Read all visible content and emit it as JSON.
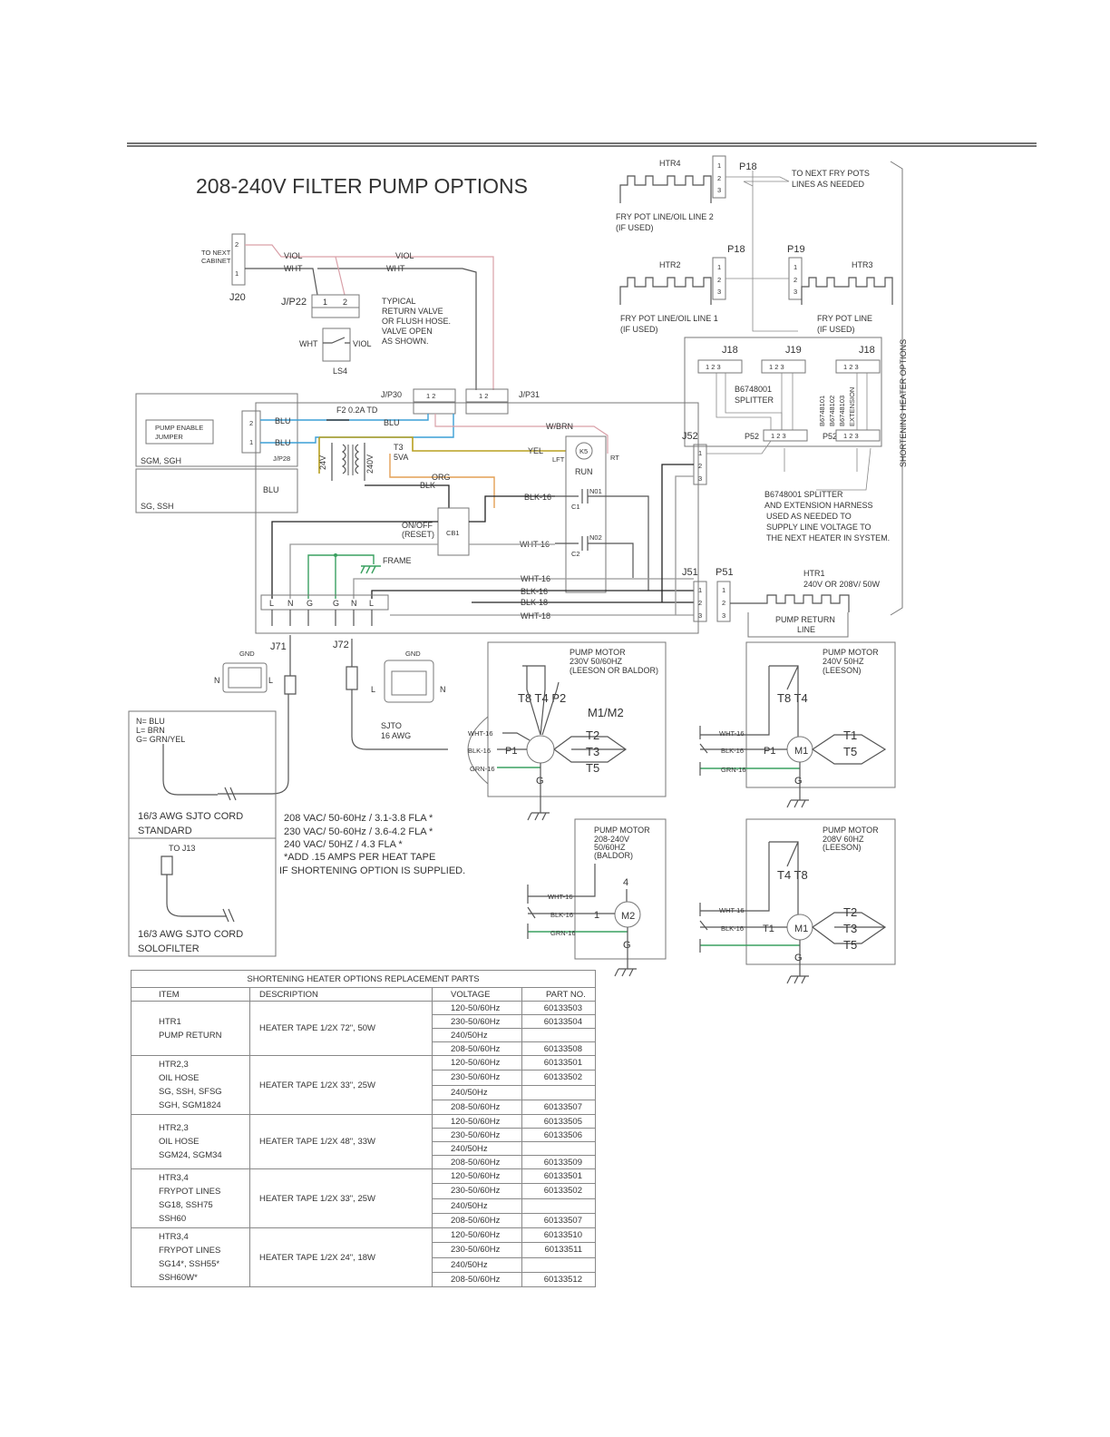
{
  "title": "208-240V FILTER PUMP OPTIONS",
  "labels": {
    "htr4": "HTR4",
    "p18_top": "P18",
    "to_next_fry": "TO NEXT FRY POTS",
    "lines_as_needed": "LINES AS NEEDED",
    "fry_pot_line2_a": "FRY POT LINE/OIL LINE 2",
    "fry_pot_line2_b": "(IF USED)",
    "p18_mid": "P18",
    "p19": "P19",
    "htr2": "HTR2",
    "htr3": "HTR3",
    "fry_pot_line1_a": "FRY POT LINE/OIL LINE 1",
    "fry_pot_line1_b": "(IF USED)",
    "fry_pot_line_a": "FRY POT LINE",
    "fry_pot_line_b": "(IF USED)",
    "j18_a": "J18",
    "j19": "J19",
    "j18_b": "J18",
    "splitter_a": "B6748001",
    "splitter_b": "SPLITTER",
    "ext_1": "B6748101",
    "ext_2": "B6748102",
    "ext_3": "B6748103",
    "ext_4": "EXTENSION",
    "p52_a": "P52",
    "p52_b": "P52",
    "shortening_opts": "SHORTENING HEATER OPTIONS",
    "to_next_cabinet_a": "TO NEXT",
    "to_next_cabinet_b": "CABINET",
    "j20": "J20",
    "jp22": "J/P22",
    "viol1": "VIOL",
    "viol2": "VIOL",
    "wht1": "WHT",
    "wht2": "WHT",
    "typical_1": "TYPICAL",
    "typical_2": "RETURN VALVE",
    "typical_3": "OR FLUSH HOSE.",
    "typical_4": "VALVE OPEN",
    "typical_5": "AS SHOWN.",
    "wht_ls": "WHT",
    "viol_ls": "VIOL",
    "ls4": "LS4",
    "jp30": "J/P30",
    "jp31": "J/P31",
    "f2": "F2  0.2A TD",
    "blu_a": "BLU",
    "blu_b": "BLU",
    "blu_c": "BLU",
    "blu_d": "BLU",
    "w_brn": "W/BRN",
    "yel": "YEL",
    "k5": "K5",
    "lft": "LFT",
    "rt": "RT",
    "run": "RUN",
    "t3": "T3",
    "va5": "5VA",
    "v24": "24V",
    "v240": "240V",
    "org": "ORG",
    "blk": "BLK",
    "pump_enable_a": "PUMP ENABLE",
    "pump_enable_b": "JUMPER",
    "jp28": "J/P28",
    "sgm_sgh": "SGM, SGH",
    "sg_ssh": "SG, SSH",
    "blk16": "BLK-16",
    "no1": "N01",
    "c1": "C1",
    "no2": "N02",
    "c2": "C2",
    "wht16": "WHT-16",
    "onoff_a": "ON/OFF",
    "onoff_b": "(RESET)",
    "cb1": "CB1",
    "frame": "FRAME",
    "j52": "J52",
    "j51": "J51",
    "p51": "P51",
    "wht16_a": "WHT-16",
    "blk16_a": "BLK-16",
    "blk18": "BLK-18",
    "wht18": "WHT-18",
    "htr1_a": "HTR1",
    "htr1_b": "240V OR 208V/ 50W",
    "pump_return_a": "PUMP RETURN",
    "pump_return_b": "LINE",
    "term_l1": "L",
    "term_n1": "N",
    "term_g1": "G",
    "term_g2": "G",
    "term_n2": "N",
    "term_l2": "L",
    "j71": "J71",
    "j72": "J72",
    "gnd1": "GND",
    "gnd2": "GND",
    "n_left": "N",
    "l_left": "L",
    "l_right": "L",
    "n_right": "N",
    "sjto_a": "SJTO",
    "sjto_b": "16 AWG",
    "legend_n": "N= BLU",
    "legend_l": "L= BRN",
    "legend_g": "G= GRN/YEL",
    "cord_std_a": "16/3 AWG SJTO CORD",
    "cord_std_b": "STANDARD",
    "to_j13": "TO J13",
    "cord_solo_a": "16/3 AWG SJTO CORD",
    "cord_solo_b": "SOLOFILTER",
    "spec_1": "208 VAC/ 50-60Hz / 3.1-3.8 FLA *",
    "spec_2": "230 VAC/ 50-60Hz / 3.6-4.2 FLA *",
    "spec_3": "240 VAC/ 50HZ / 4.3 FLA *",
    "spec_4": "*ADD .15 AMPS PER HEAT TAPE",
    "spec_5": "IF SHORTENING OPTION IS SUPPLIED.",
    "splitter_note_1": "B6748001 SPLITTER",
    "splitter_note_2": "AND EXTENSION HARNESS",
    "splitter_note_3": "USED AS NEEDED TO",
    "splitter_note_4": "SUPPLY LINE VOLTAGE TO",
    "splitter_note_5": "THE NEXT HEATER IN SYSTEM."
  },
  "motors": {
    "m1m2": {
      "t1": "PUMP MOTOR",
      "t2": "230V 50/60HZ",
      "t3": "(LEESON OR BALDOR)",
      "taps": "T8  T4  P2",
      "id": "M1/M2",
      "wht": "WHT-16",
      "blk": "BLK-16",
      "p1": "P1",
      "grn": "GRN-16",
      "t2_term": "T2",
      "t3_term": "T3",
      "t5_term": "T5",
      "g": "G"
    },
    "m1_240": {
      "t1": "PUMP MOTOR",
      "t2": "240V 50HZ",
      "t3": "(LEESON)",
      "taps": "T8  T4",
      "id": "M1",
      "wht": "WHT-16",
      "blk": "BLK-16",
      "p1": "P1",
      "grn": "GRN-16",
      "a": "T1",
      "b": "T5",
      "g": "G"
    },
    "m2": {
      "t1": "PUMP MOTOR",
      "t2": "208-240V",
      "t3": "50/60HZ",
      "t4": "(BALDOR)",
      "tap": "4",
      "id": "M2",
      "wht": "WHT-16",
      "blk": "BLK-16",
      "one": "1",
      "grn": "GRN-16",
      "g": "G"
    },
    "m1_208": {
      "t1": "PUMP MOTOR",
      "t2": "208V 60HZ",
      "t3": "(LEESON)",
      "taps": "T4  T8",
      "id": "M1",
      "wht": "WHT-16",
      "blk": "BLK-16",
      "t1_term": "T1",
      "a": "T2",
      "b": "T3",
      "c": "T5",
      "g": "G"
    }
  },
  "table": {
    "caption": "SHORTENING HEATER OPTIONS REPLACEMENT PARTS",
    "headers": [
      "ITEM",
      "DESCRIPTION",
      "VOLTAGE",
      "PART NO."
    ],
    "groups": [
      {
        "item": [
          "HTR1",
          "PUMP RETURN"
        ],
        "description": "HEATER TAPE 1/2X 72\", 50W",
        "rows": [
          [
            "120-50/60Hz",
            "60133503"
          ],
          [
            "230-50/60Hz",
            "60133504"
          ],
          [
            "240/50Hz",
            ""
          ],
          [
            "208-50/60Hz",
            "60133508"
          ]
        ]
      },
      {
        "item": [
          "HTR2,3",
          "OIL HOSE",
          "SG, SSH, SFSG",
          "SGH, SGM1824"
        ],
        "description": "HEATER TAPE 1/2X 33\",  25W",
        "rows": [
          [
            "120-50/60Hz",
            "60133501"
          ],
          [
            "230-50/60Hz",
            "60133502"
          ],
          [
            "240/50Hz",
            ""
          ],
          [
            "208-50/60Hz",
            "60133507"
          ]
        ]
      },
      {
        "item": [
          "HTR2,3",
          "OIL HOSE",
          "SGM24, SGM34"
        ],
        "description": "HEATER TAPE 1/2X 48\",  33W",
        "rows": [
          [
            "120-50/60Hz",
            "60133505"
          ],
          [
            "230-50/60Hz",
            "60133506"
          ],
          [
            "240/50Hz",
            ""
          ],
          [
            "208-50/60Hz",
            "60133509"
          ]
        ]
      },
      {
        "item": [
          "HTR3,4",
          "FRYPOT LINES",
          "SG18, SSH75",
          "SSH60"
        ],
        "description": "HEATER TAPE 1/2X 33\",  25W",
        "rows": [
          [
            "120-50/60Hz",
            "60133501"
          ],
          [
            "230-50/60Hz",
            "60133502"
          ],
          [
            "240/50Hz",
            ""
          ],
          [
            "208-50/60Hz",
            "60133507"
          ]
        ]
      },
      {
        "item": [
          "HTR3,4",
          "FRYPOT LINES",
          "SG14*, SSH55*",
          "SSH60W*"
        ],
        "description": "HEATER TAPE 1/2X 24\",  18W",
        "rows": [
          [
            "120-50/60Hz",
            "60133510"
          ],
          [
            "230-50/60Hz",
            "60133511"
          ],
          [
            "240/50Hz",
            ""
          ],
          [
            "208-50/60Hz",
            "60133512"
          ]
        ]
      }
    ]
  }
}
